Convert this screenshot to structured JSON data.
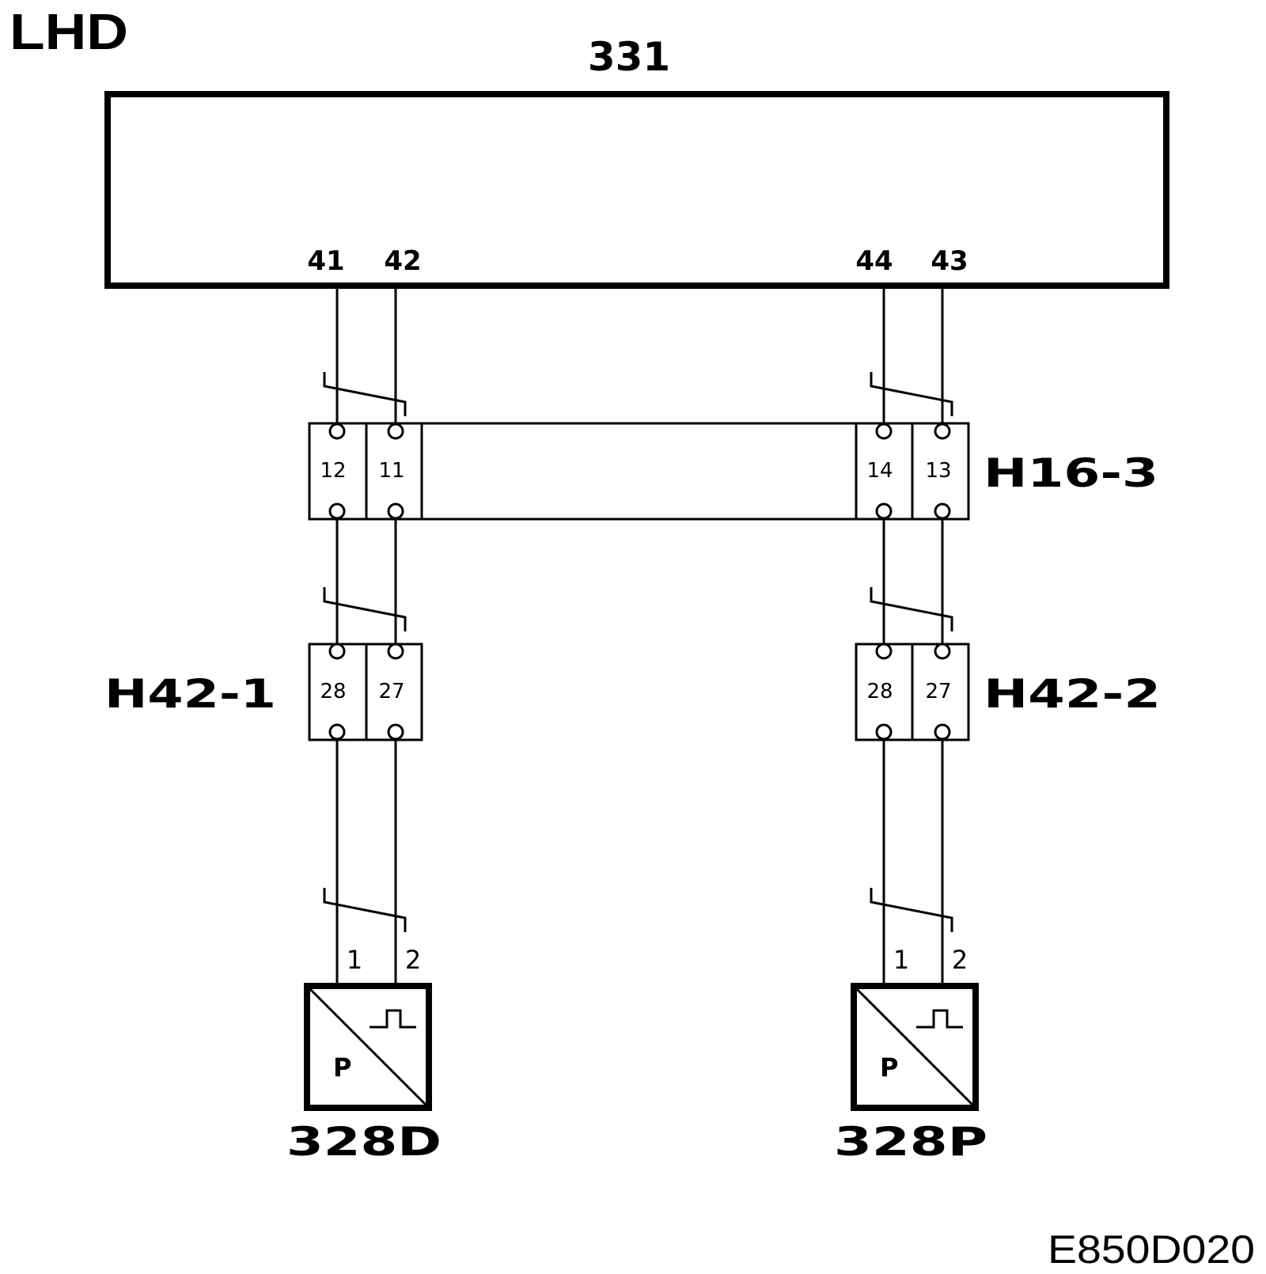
{
  "header": {
    "variant": "LHD"
  },
  "footer": {
    "figure_code": "E850D020"
  },
  "ecu": {
    "id": "331",
    "pins": [
      "41",
      "42",
      "44",
      "43"
    ]
  },
  "connectors": {
    "h16_3": {
      "id": "H16-3",
      "left_pins": [
        "12",
        "11"
      ],
      "right_pins": [
        "14",
        "13"
      ]
    },
    "h42_1": {
      "id": "H42-1",
      "pins": [
        "28",
        "27"
      ]
    },
    "h42_2": {
      "id": "H42-2",
      "pins": [
        "28",
        "27"
      ]
    }
  },
  "sensors": {
    "driver": {
      "id": "328D",
      "pins": [
        "1",
        "2"
      ],
      "symbol": "P"
    },
    "passenger": {
      "id": "328P",
      "pins": [
        "1",
        "2"
      ],
      "symbol": "P"
    }
  },
  "colors": {
    "line": "#000000",
    "background": "#ffffff"
  }
}
